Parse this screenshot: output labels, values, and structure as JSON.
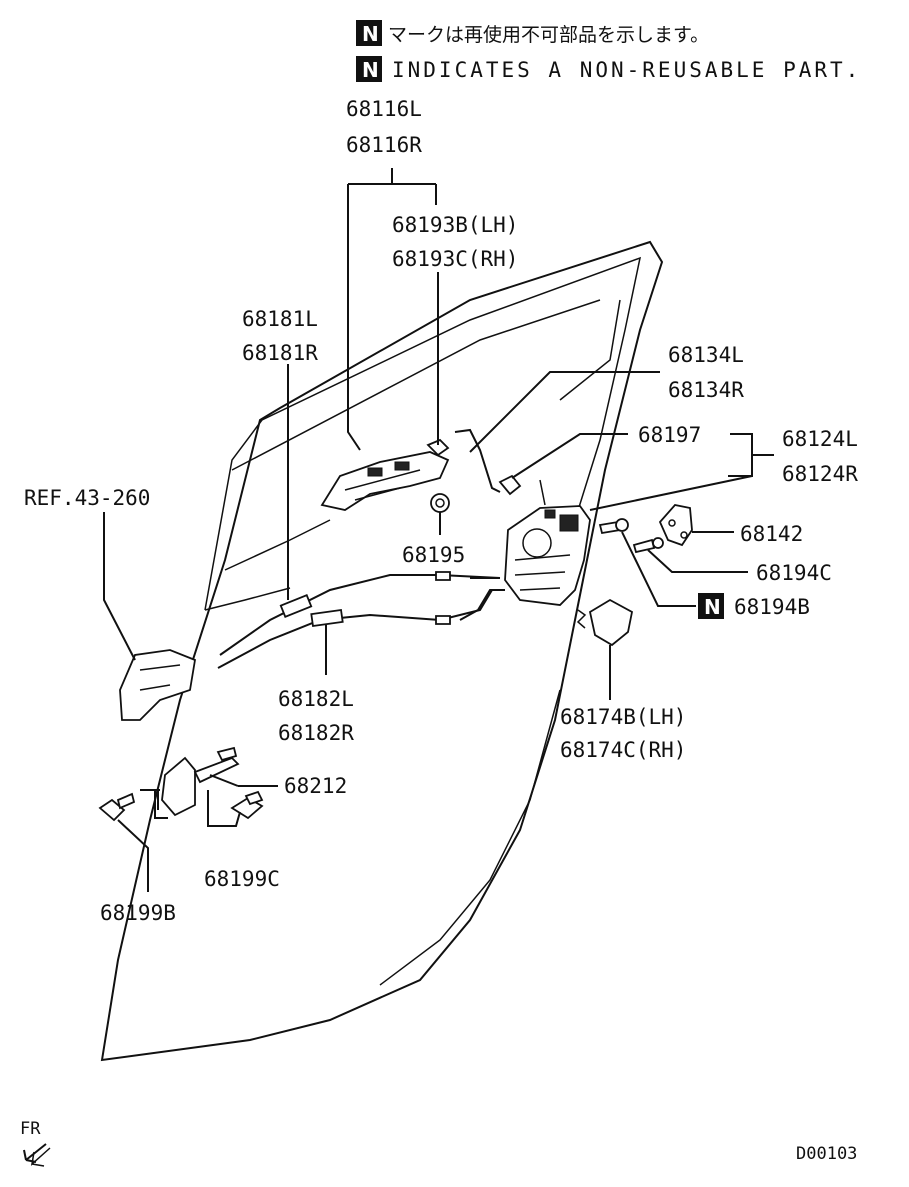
{
  "notes": {
    "n_symbol": "N",
    "jp_note": "マークは再使用不可部品を示します。",
    "en_note": "INDICATES A NON-REUSABLE PART."
  },
  "labels": {
    "p68116L": "68116L",
    "p68116R": "68116R",
    "p68193B": "68193B(LH)",
    "p68193C": "68193C(RH)",
    "p68181L": "68181L",
    "p68181R": "68181R",
    "p68134L": "68134L",
    "p68134R": "68134R",
    "p68197": "68197",
    "p68124L": "68124L",
    "p68124R": "68124R",
    "ref": "REF.43-260",
    "p68195": "68195",
    "p68142": "68142",
    "p68194C": "68194C",
    "p68194B": "68194B",
    "p68182L": "68182L",
    "p68182R": "68182R",
    "p68174B": "68174B(LH)",
    "p68174C": "68174C(RH)",
    "p68212": "68212",
    "p68199C": "68199C",
    "p68199B": "68199B",
    "fr": "FR",
    "code": "D00103"
  }
}
